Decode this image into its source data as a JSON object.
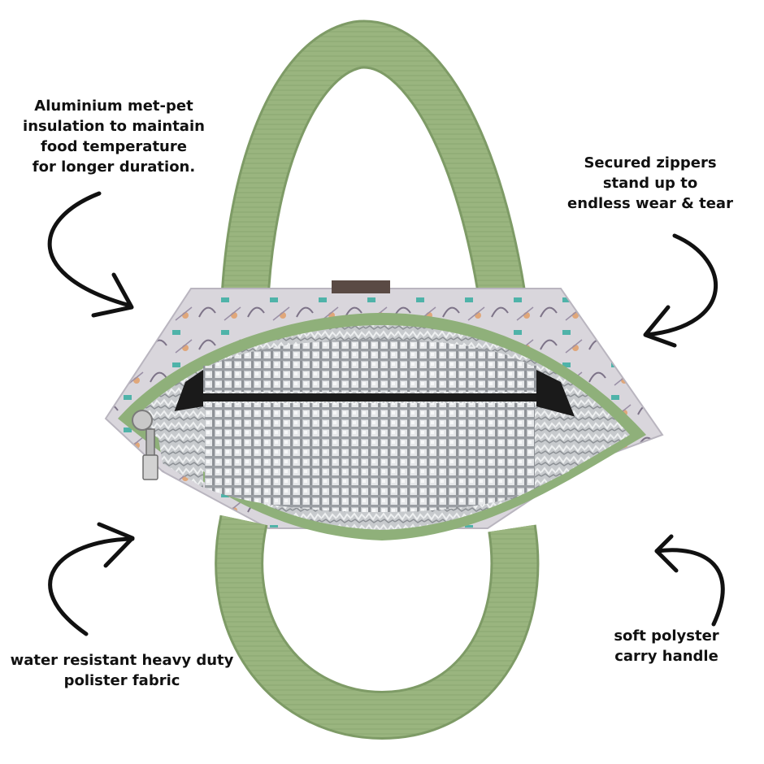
{
  "callouts": {
    "insulation": {
      "lines": [
        "Aluminium met-pet",
        "insulation to maintain",
        "food temperature",
        "for longer duration."
      ]
    },
    "zippers": {
      "lines": [
        "Secured zippers",
        "stand up to",
        "endless wear & tear"
      ]
    },
    "fabric": {
      "lines": [
        "water resistant heavy duty",
        "polister fabric"
      ]
    },
    "handle": {
      "lines": [
        "soft polyster",
        "carry handle"
      ]
    }
  },
  "colors": {
    "strap": "#9ab57f",
    "strap_dark": "#7e9b66",
    "zipper_trim": "#8fb07a",
    "lining": "#c9ccd0",
    "lining_dark": "#8d9196",
    "bag_fabric": "#d9d6dc",
    "text": "#111111",
    "arrow": "#111111"
  }
}
